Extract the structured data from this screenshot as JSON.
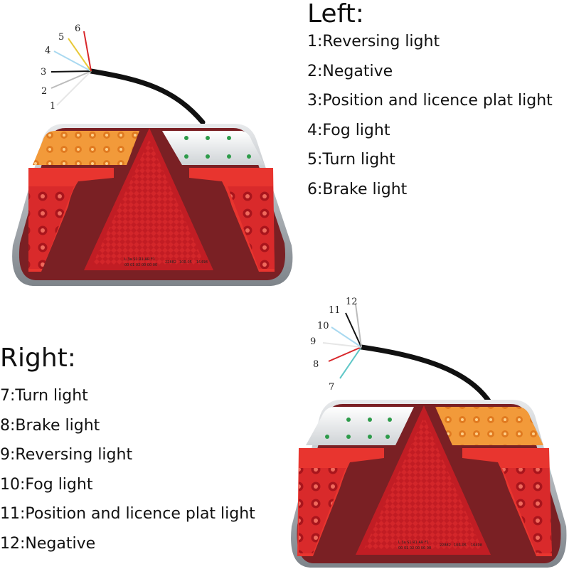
{
  "left": {
    "heading": "Left:",
    "items": [
      "1:Reversing light",
      "2:Negative",
      "3:Position and licence plat light",
      "4:Fog light",
      "5:Turn light",
      "6:Brake light"
    ],
    "wire_numbers": [
      "1",
      "2",
      "3",
      "4",
      "5",
      "6"
    ]
  },
  "right": {
    "heading": "Right:",
    "items": [
      "7:Turn light",
      "8:Brake light",
      "9:Reversing light",
      "10:Fog light",
      "11:Position and licence plat light",
      "12:Negative"
    ],
    "wire_numbers": [
      "7",
      "8",
      "9",
      "10",
      "11",
      "12"
    ]
  },
  "lamp_markings": {
    "line1": "L 3a S1 R1 AR F1",
    "line2": "00 01 02 00 00 00",
    "code_a": "22882",
    "code_b": "10R-05",
    "code_c": "16498"
  },
  "colors": {
    "reflector_red": "#d8262a",
    "led_red": "#e8352f",
    "amber": "#f29a3a",
    "white_led": "#eef0f0",
    "chrome": "#b8bcc0",
    "cable": "#111111"
  }
}
